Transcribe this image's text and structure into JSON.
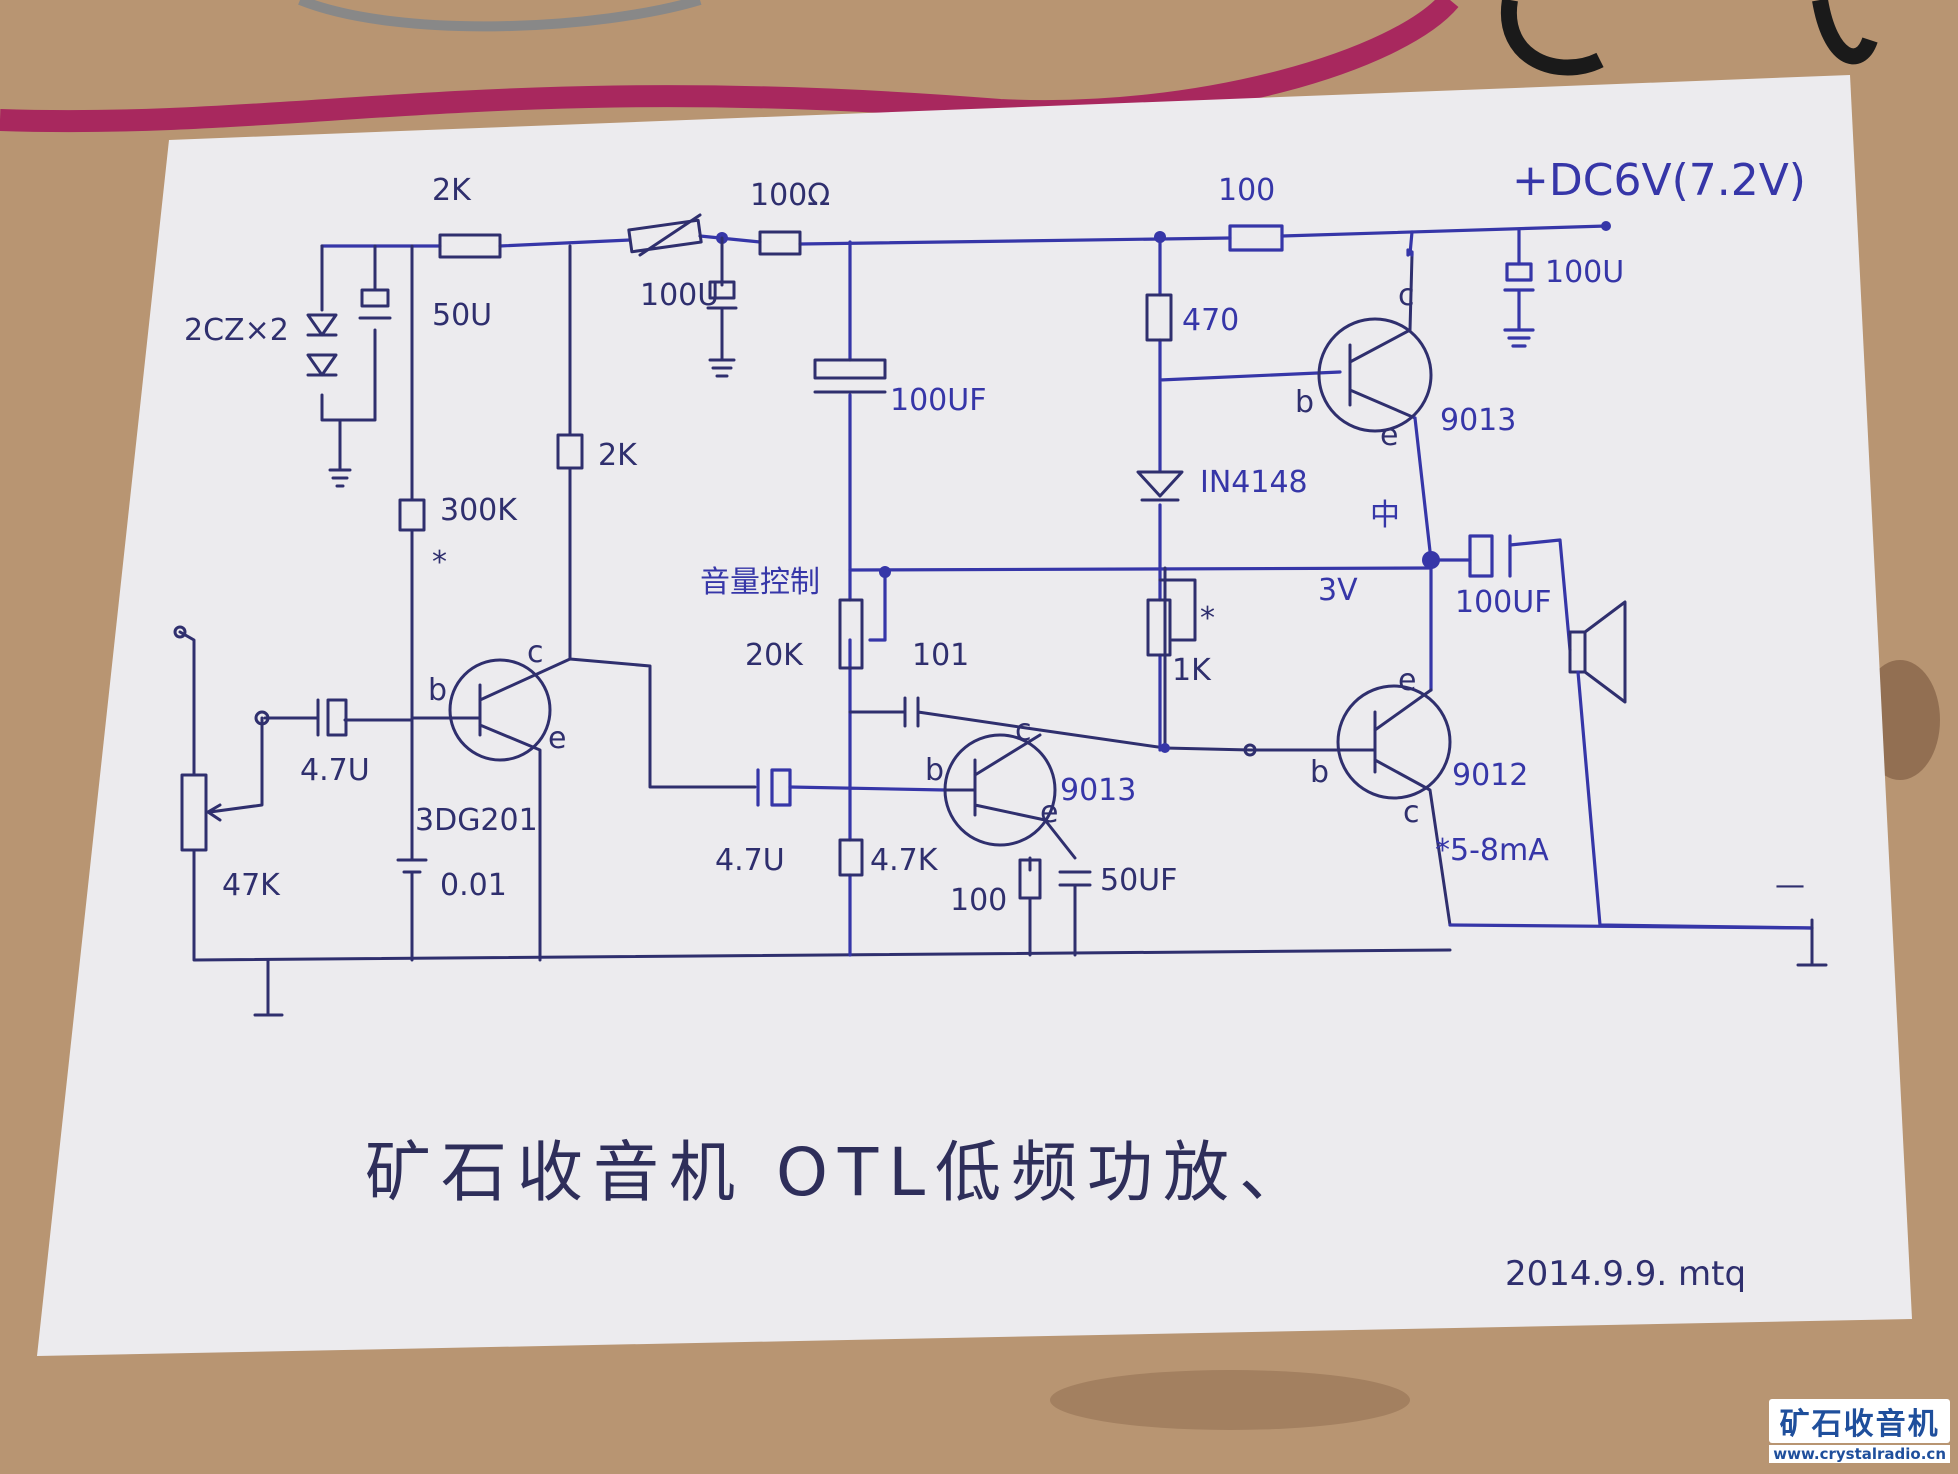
{
  "colors": {
    "ink_blue": "#3636a8",
    "ink_dark": "#2f2f6e",
    "paper": "#eeeef0",
    "wood": "#b89572",
    "cable": "#a8285e"
  },
  "supply": {
    "label": "+DC6V(7.2V)",
    "minus": "—"
  },
  "top_rail": {
    "r_2k": "2K",
    "r_100ohm": "100Ω",
    "r_100": "100"
  },
  "bias_supply": {
    "diodes": "2CZ×2",
    "cap": "50U",
    "decoupling_cap": "100U"
  },
  "stage1": {
    "r_collector": "2K",
    "r_bias": "300K",
    "r_bias_mark": "*",
    "transistor": "3DG201",
    "pin_b": "b",
    "pin_c": "c",
    "pin_e": "e",
    "input_cap": "4.7U",
    "bypass_cap": "0.01",
    "volume_pot": "47K",
    "coupling_cap": "4.7U"
  },
  "stage2": {
    "supply_cap": "100UF",
    "volume_label": "音量控制",
    "pot": "20K",
    "feedback_cap": "101",
    "r_base": "4.7K",
    "transistor": "9013",
    "pin_b": "b",
    "pin_c": "c",
    "pin_e": "e",
    "r_emitter": "100",
    "emitter_cap": "50UF"
  },
  "output": {
    "r_bias": "470",
    "diode": "IN4148",
    "pot": "1K",
    "pot_mark": "*",
    "mid_label": "中",
    "mid_voltage": "3V",
    "upper_transistor": "9013",
    "upper_b": "b",
    "upper_c": "c",
    "upper_e": "e",
    "lower_transistor": "9012",
    "lower_b": "b",
    "lower_c": "c",
    "lower_e": "e",
    "current_note": "*5-8mA",
    "output_cap": "100UF",
    "supply_cap": "100U"
  },
  "title": "矿石收音机 OTL低频功放、",
  "date_signature": "2014.9.9. mtq",
  "watermark": {
    "name": "矿石收音机",
    "url": "www.crystalradio.cn"
  }
}
